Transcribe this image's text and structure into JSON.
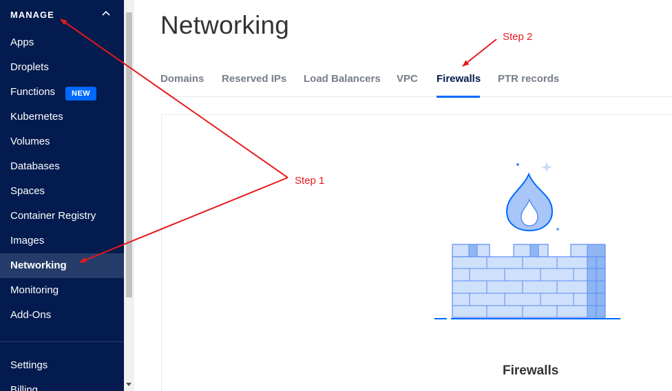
{
  "sidebar": {
    "section_label": "MANAGE",
    "items": [
      {
        "label": "Apps"
      },
      {
        "label": "Droplets"
      },
      {
        "label": "Functions",
        "badge": "NEW"
      },
      {
        "label": "Kubernetes"
      },
      {
        "label": "Volumes"
      },
      {
        "label": "Databases"
      },
      {
        "label": "Spaces"
      },
      {
        "label": "Container Registry"
      },
      {
        "label": "Images"
      },
      {
        "label": "Networking",
        "active": true
      },
      {
        "label": "Monitoring"
      },
      {
        "label": "Add-Ons"
      }
    ],
    "bottom_items": [
      {
        "label": "Settings"
      },
      {
        "label": "Billing"
      }
    ],
    "colors": {
      "background": "#031b4e",
      "active_bg": "#253c6a",
      "badge": "#0069ff"
    }
  },
  "main": {
    "title": "Networking",
    "tabs": [
      {
        "label": "Domains"
      },
      {
        "label": "Reserved IPs"
      },
      {
        "label": "Load Balancers"
      },
      {
        "label": "VPC"
      },
      {
        "label": "Firewalls",
        "active": true
      },
      {
        "label": "PTR records"
      }
    ],
    "empty_state": {
      "icon": "firewall-illustration-icon",
      "title": "Firewalls"
    },
    "colors": {
      "accent": "#0069ff"
    }
  },
  "annotations": {
    "step1": "Step 1",
    "step2": "Step 2",
    "color": "#e8171b"
  }
}
